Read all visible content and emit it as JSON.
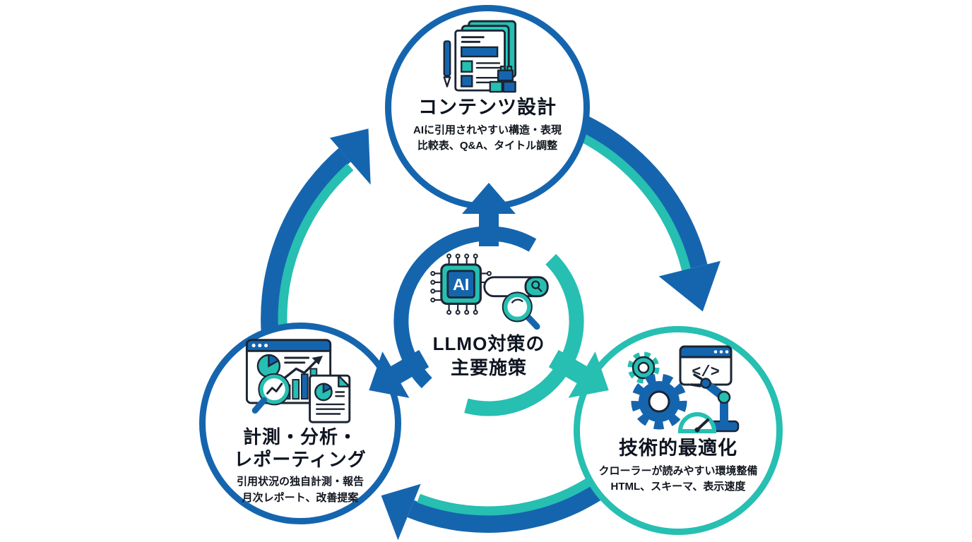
{
  "hub": {
    "label_line1": "LLMO対策の",
    "label_line2": "主要施策",
    "chip_label": "AI"
  },
  "nodes": {
    "content_design": {
      "title": "コンテンツ設計",
      "desc_line1": "AIに引用されやすい構造・表現",
      "desc_line2": "比較表、Q&A、タイトル調整"
    },
    "technical_optimization": {
      "title": "技術的最適化",
      "desc_line1": "クローラーが読みやすい環境整備",
      "desc_line2": "HTML、スキーマ、表示速度",
      "code_glyph": "</>"
    },
    "measurement_reporting": {
      "title_line1": "計測・分析・",
      "title_line2": "レポーティング",
      "desc_line1": "引用状況の独自計測・報告",
      "desc_line2": "月次レポート、改善提案"
    }
  },
  "colors": {
    "blue": "#1565AE",
    "teal": "#26BFB2",
    "outline_navy": "#1B2433",
    "text_dark": "#0E1420"
  }
}
